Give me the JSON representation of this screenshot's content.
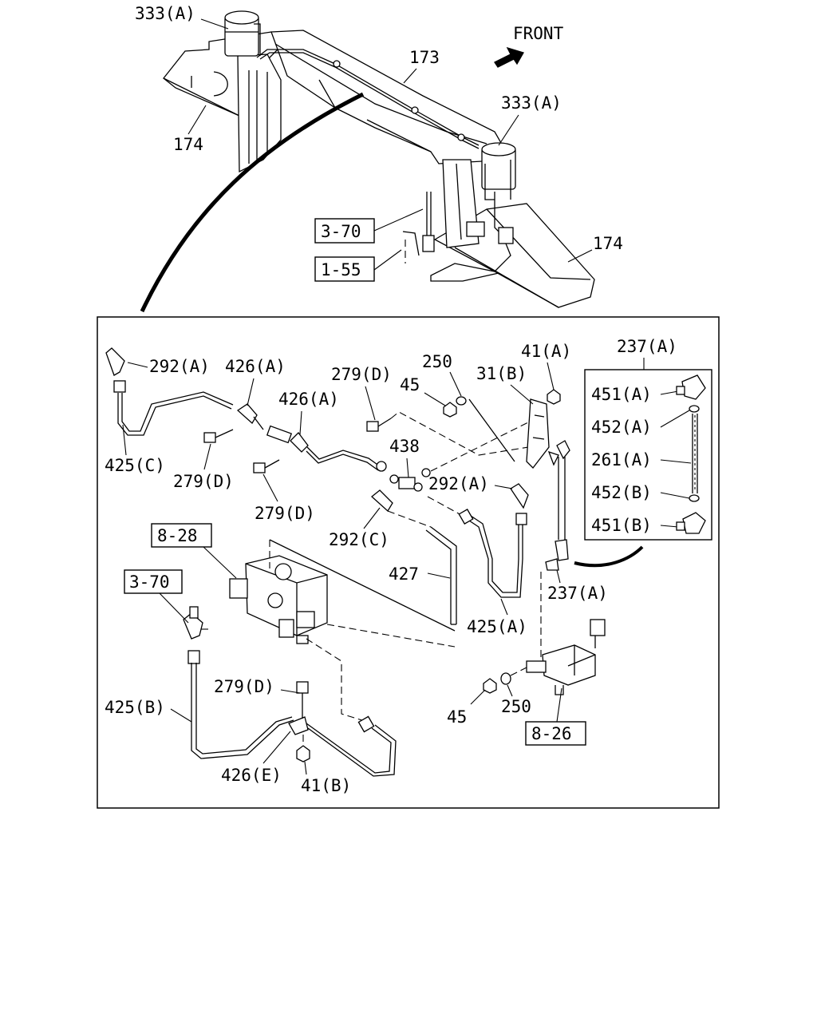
{
  "direction_label": "FRONT",
  "top_view": {
    "labels": {
      "reservoir_left": "333(A)",
      "reservoir_right": "333(A)",
      "crossmember_rear": "173",
      "frame_left": "174",
      "frame_right": "174"
    },
    "refs": {
      "ref_a": "3-70",
      "ref_b": "1-55"
    }
  },
  "detail_view": {
    "labels": {
      "l_292A_top": "292(A)",
      "l_426A_1": "426(A)",
      "l_426A_2": "426(A)",
      "l_279D_top": "279(D)",
      "l_250_top": "250",
      "l_45_top": "45",
      "l_31B": "31(B)",
      "l_41A": "41(A)",
      "l_425C": "425(C)",
      "l_279D_mid": "279(D)",
      "l_279D_low": "279(D)",
      "l_438": "438",
      "l_292A_mid": "292(A)",
      "l_292C": "292(C)",
      "l_427": "427",
      "l_425A": "425(A)",
      "l_237A_low": "237(A)",
      "l_279D_bottom": "279(D)",
      "l_425B": "425(B)",
      "l_426E": "426(E)",
      "l_41B": "41(B)",
      "l_45_bottom": "45",
      "l_250_bottom": "250"
    },
    "refs": {
      "ref_828": "8-28",
      "ref_370": "3-70",
      "ref_826": "8-26"
    },
    "inset": {
      "title": "237(A)",
      "parts": [
        "451(A)",
        "452(A)",
        "261(A)",
        "452(B)",
        "451(B)"
      ]
    }
  }
}
